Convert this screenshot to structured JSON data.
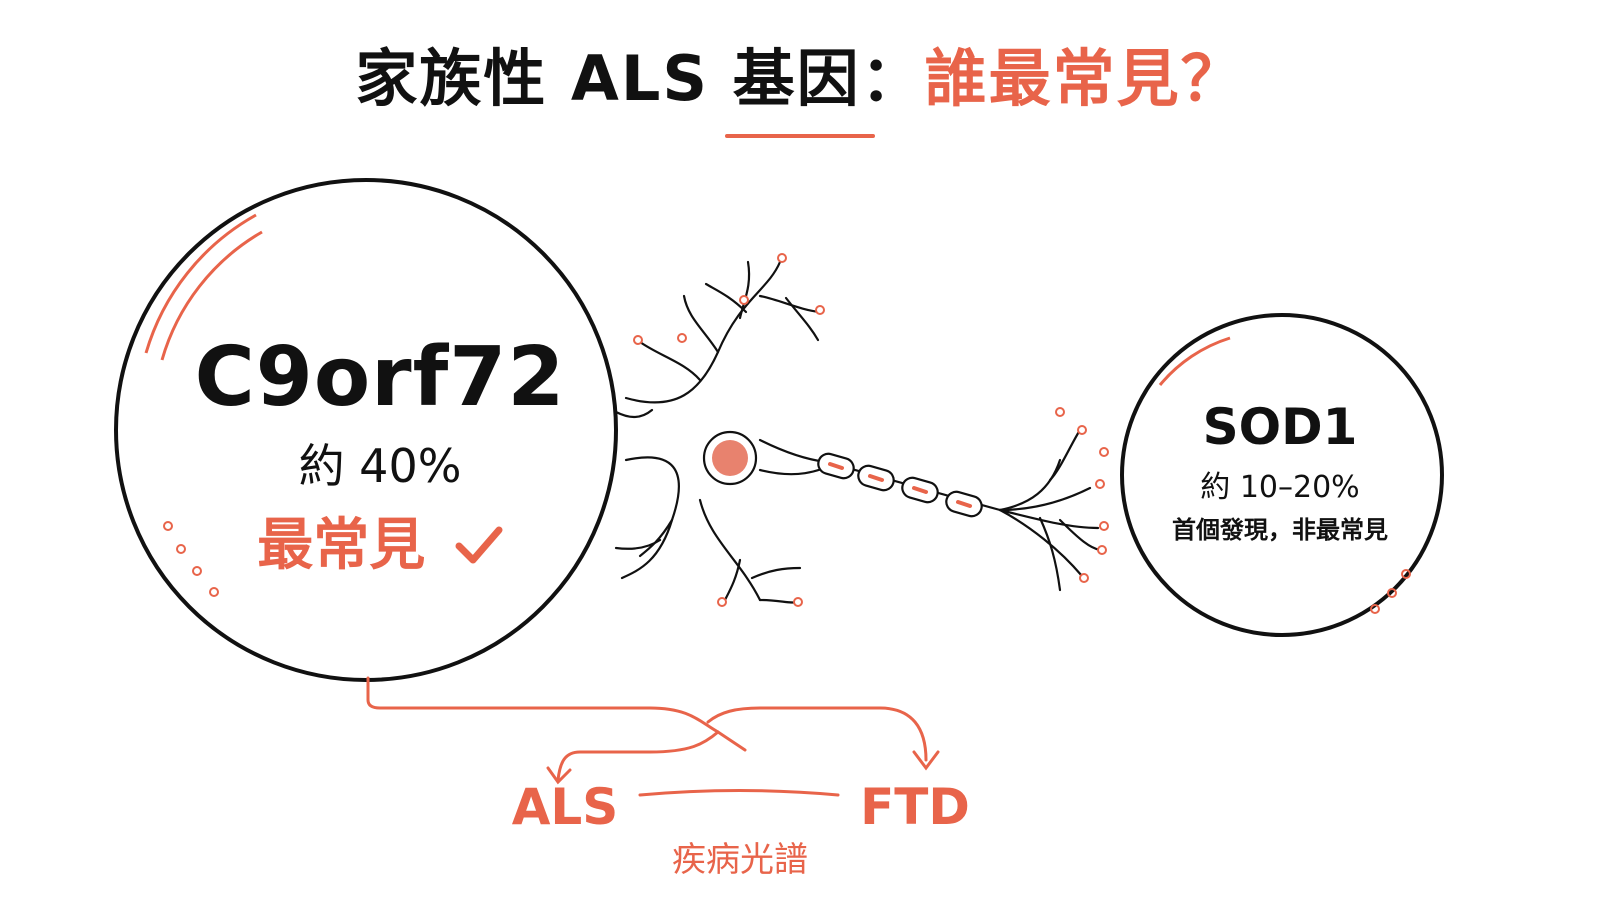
{
  "header": {
    "title_main": "家族性 ALS 基因：",
    "title_accent": "誰最常見？"
  },
  "genes": {
    "main": {
      "name": "C9orf72",
      "percent": "約 40%",
      "verdict": "最常見",
      "check_icon": "checkmark-icon"
    },
    "side": {
      "name": "SOD1",
      "percent": "約 10–20%",
      "note": "首個發現，非最常見"
    }
  },
  "spectrum": {
    "left": "ALS",
    "right": "FTD",
    "label": "疾病光譜"
  },
  "colors": {
    "accent": "#e8644a",
    "ink": "#111111",
    "nucleus": "#e8826e",
    "background": "#ffffff"
  }
}
